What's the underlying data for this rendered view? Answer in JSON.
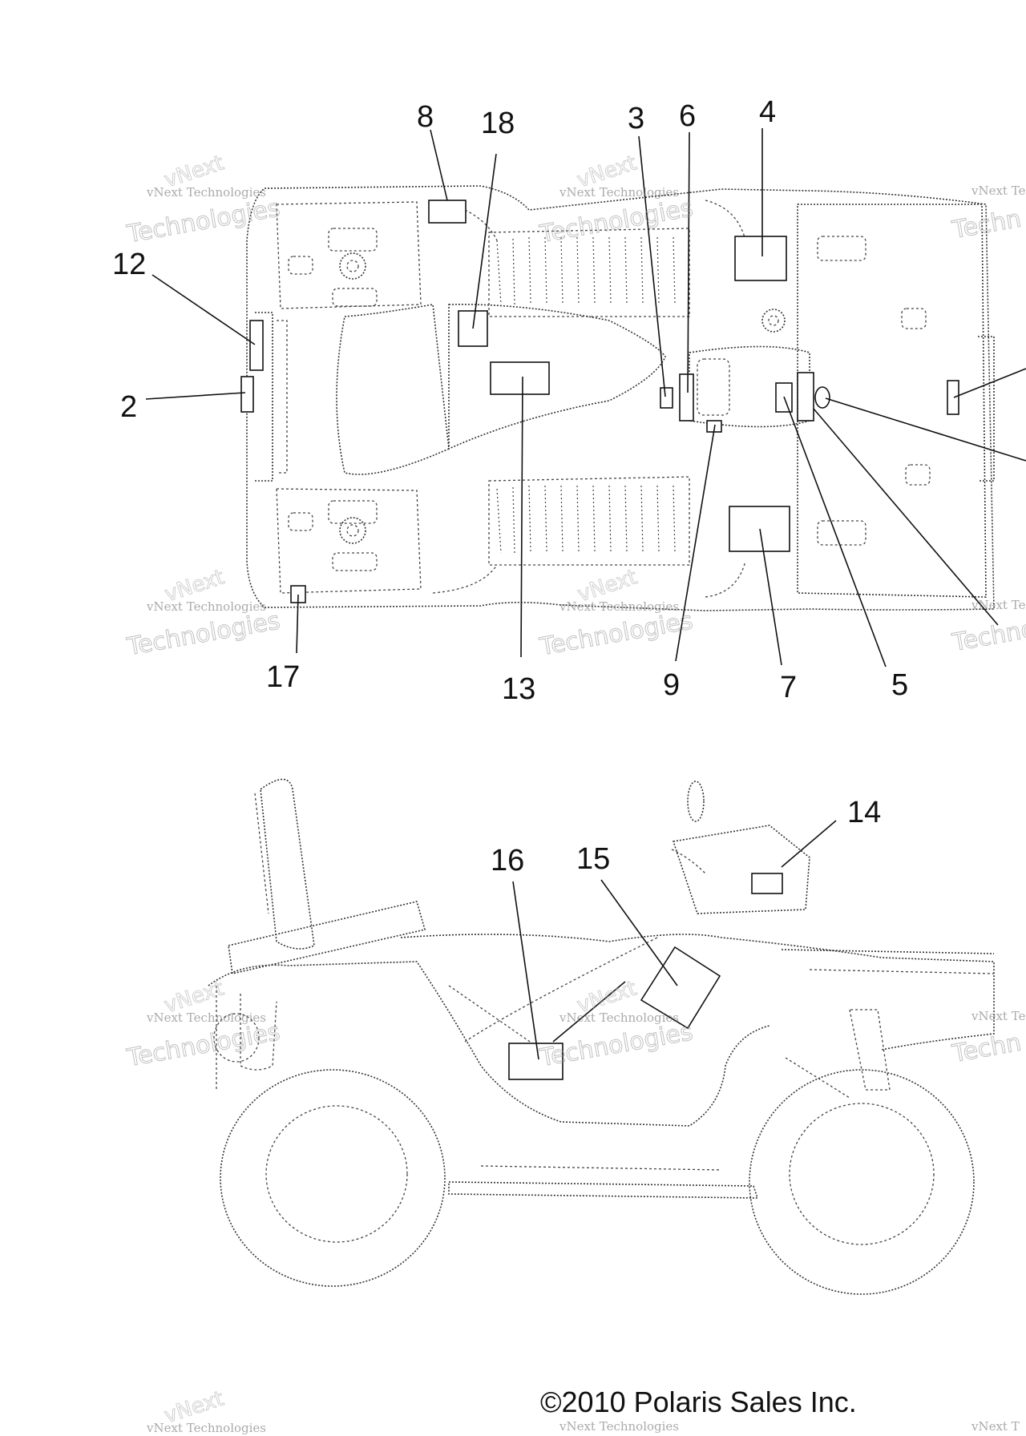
{
  "diagram": {
    "callouts": {
      "c8": "8",
      "c18": "18",
      "c3": "3",
      "c6": "6",
      "c4": "4",
      "c12": "12",
      "c2": "2",
      "c17": "17",
      "c13": "13",
      "c9": "9",
      "c7": "7",
      "c5": "5",
      "c16": "16",
      "c15": "15",
      "c14": "14"
    },
    "watermark": {
      "line1": "vNext Technologies",
      "arc": "vNext",
      "big": "Technologies",
      "partial1": "vNext Te",
      "partial2": "Techn",
      "partial3": "vNext Tec",
      "partial4": "Techno",
      "partial5": "vNext T"
    },
    "copyright": "©2010 Polaris Sales Inc."
  }
}
